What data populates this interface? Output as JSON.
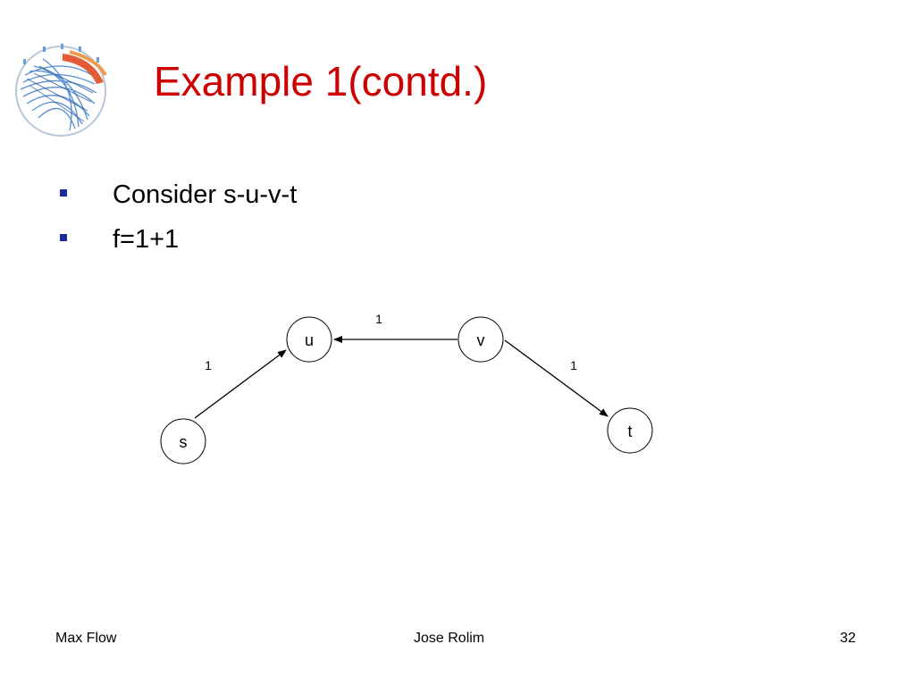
{
  "slide": {
    "title": "Example 1(contd.)",
    "bullets": [
      "Consider s-u-v-t",
      "f=1+1"
    ],
    "colors": {
      "title": "#cc0000",
      "bullet": "#1c2c9c"
    }
  },
  "graph": {
    "nodes": [
      {
        "id": "s",
        "label": "s"
      },
      {
        "id": "u",
        "label": "u"
      },
      {
        "id": "v",
        "label": "v"
      },
      {
        "id": "t",
        "label": "t"
      }
    ],
    "edges": [
      {
        "from": "s",
        "to": "u",
        "label": "1"
      },
      {
        "from": "v",
        "to": "u",
        "label": "1"
      },
      {
        "from": "v",
        "to": "t",
        "label": "1"
      }
    ]
  },
  "footer": {
    "left": "Max Flow",
    "center": "Jose Rolim",
    "right": "32"
  }
}
